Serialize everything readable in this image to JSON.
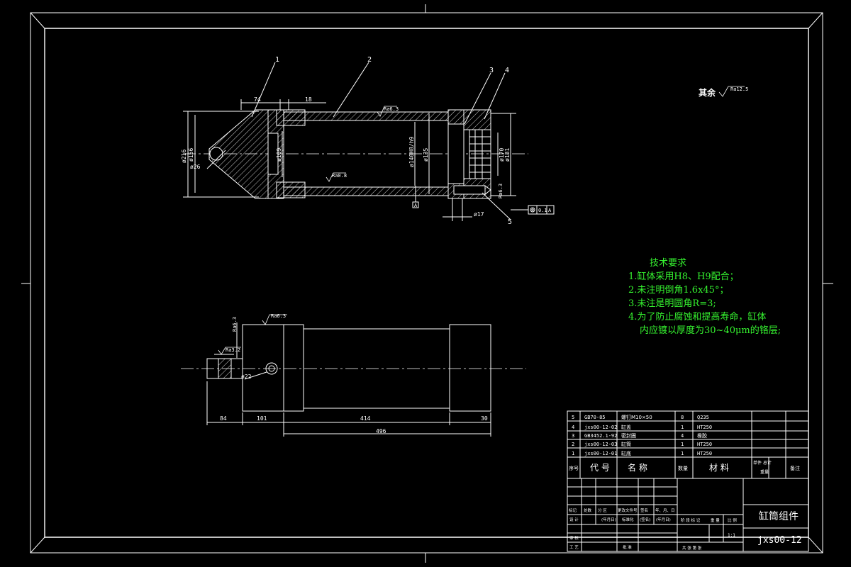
{
  "drawing": {
    "top_view": {
      "part_labels": [
        "1",
        "2",
        "3",
        "4",
        "5"
      ],
      "dims": {
        "d216": "ø216",
        "d156": "ø156",
        "d26": "ø26",
        "top_74": "74",
        "top_18": "18",
        "d109": "ø109",
        "d140": "ø140H8/h9",
        "d135": "ø135",
        "d170": "ø170",
        "d181": "ø181",
        "d17": "ø17"
      },
      "roughness": {
        "top": "Ra6.3",
        "bottom": "Ra0.8",
        "right": "Ra6.3"
      },
      "datum_label": "A",
      "tolerance_frame": {
        "symbol": "◎",
        "value": "0.1",
        "datum": "A"
      },
      "rest_roughness": {
        "label": "其余",
        "value": "Ra12.5"
      }
    },
    "bottom_view": {
      "roughness": {
        "left_top": "Ra6.3",
        "top": "Ra6.3",
        "left": "Ra3.2"
      },
      "dims": {
        "d22": "ø22",
        "w84": "84",
        "w101": "101",
        "w414": "414",
        "w30": "30",
        "w496": "496"
      }
    }
  },
  "tech_requirements": {
    "title": "技术要求",
    "lines": [
      "1.缸体采用H8、H9配合；",
      "2.未注明倒角1.6x45°；",
      "3.未注是明圆角R=3;",
      "4.为了防止腐蚀和提高寿命，缸体",
      "内应镀以厚度为30~40μm的铬层;"
    ]
  },
  "bom": {
    "rows": [
      {
        "no": "5",
        "code": "GB70-85",
        "name": "螺钉M10×50",
        "qty": "8",
        "material": "Q235"
      },
      {
        "no": "4",
        "code": "jxs00-12-02",
        "name": "缸盖",
        "qty": "1",
        "material": "HT250"
      },
      {
        "no": "3",
        "code": "GB3452.1-92",
        "name": "密封圈",
        "qty": "4",
        "material": "橡胶"
      },
      {
        "no": "2",
        "code": "jxs00-12-03",
        "name": "缸筒",
        "qty": "1",
        "material": "HT250"
      },
      {
        "no": "1",
        "code": "jxs00-12-01",
        "name": "缸底",
        "qty": "1",
        "material": "HT250"
      }
    ],
    "header": {
      "no": "序号",
      "code": "代 号",
      "name": "名 称",
      "qty": "数量",
      "material": "材 料",
      "weight_top": "单件 总计",
      "weight_bottom": "重量",
      "note": "备注"
    }
  },
  "title_block": {
    "title": "缸筒组件",
    "drawing_no": "jxs00-12",
    "scale": "1:1",
    "labels": {
      "mark": "标记",
      "count": "处数",
      "zone": "分 区",
      "doc": "更改文件号",
      "sign": "签名",
      "date": "年、月、日",
      "design": "设 计",
      "std": "标准化",
      "ym1": "(年月日)",
      "sig2": "(签名)",
      "ym2": "(年月日)",
      "stage": "阶 段 标 记",
      "weight": "重 量",
      "ratio": "比 例",
      "check": "审 核",
      "craft": "工 艺",
      "approve": "批 准",
      "sheets": "共 张 第 张"
    }
  },
  "colors": {
    "line": "#ffffff",
    "green": "#35f22f",
    "hatch": "#ffffff"
  }
}
